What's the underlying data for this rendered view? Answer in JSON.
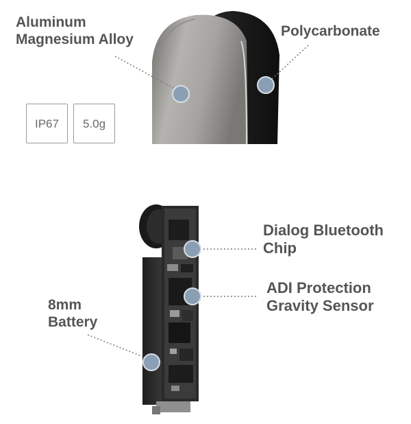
{
  "callouts": {
    "aluminum": {
      "line1": "Aluminum",
      "line2": "Magnesium Alloy"
    },
    "polycarbonate": {
      "line1": "Polycarbonate"
    },
    "bluetooth": {
      "line1": "Dialog Bluetooth",
      "line2": "Chip"
    },
    "sensor": {
      "line1": "ADI Protection",
      "line2": "Gravity Sensor"
    },
    "battery": {
      "line1": "8mm",
      "line2": "Battery"
    }
  },
  "badges": [
    {
      "label": "IP67"
    },
    {
      "label": "5.0g"
    }
  ],
  "colors": {
    "label_text": "#555555",
    "marker_fill": "#8a9fb4",
    "shell_metal": "#a8a6a2",
    "shell_dark": "#1a1a1a"
  }
}
